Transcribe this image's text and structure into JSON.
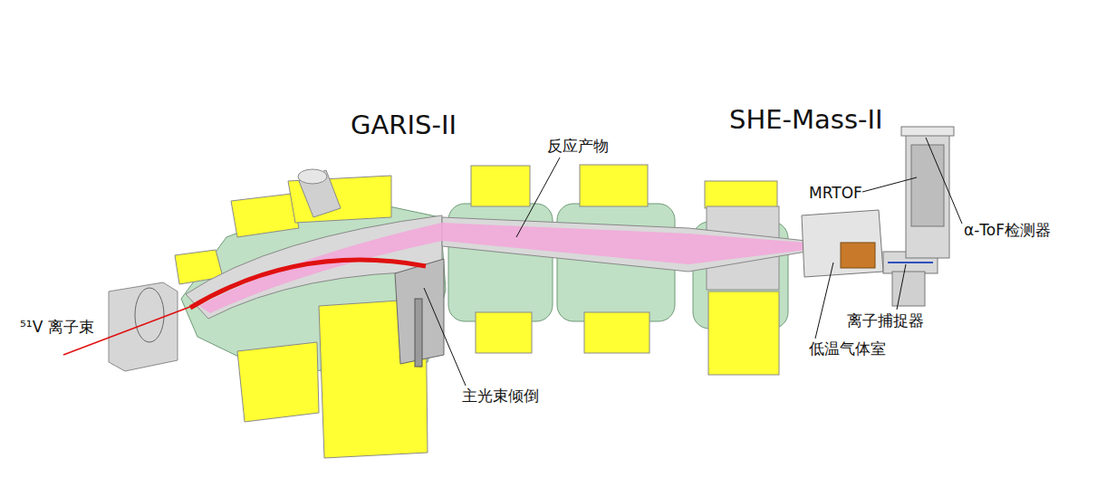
{
  "diagram": {
    "labels": [
      "GARIS-II",
      "SHE-Mass-II",
      "反应产物",
      "MRTOF",
      "α-ToF检测器",
      "⁵¹V 离子束",
      "离子捕捉器",
      "低温气体室",
      "主光束倾倒"
    ]
  }
}
